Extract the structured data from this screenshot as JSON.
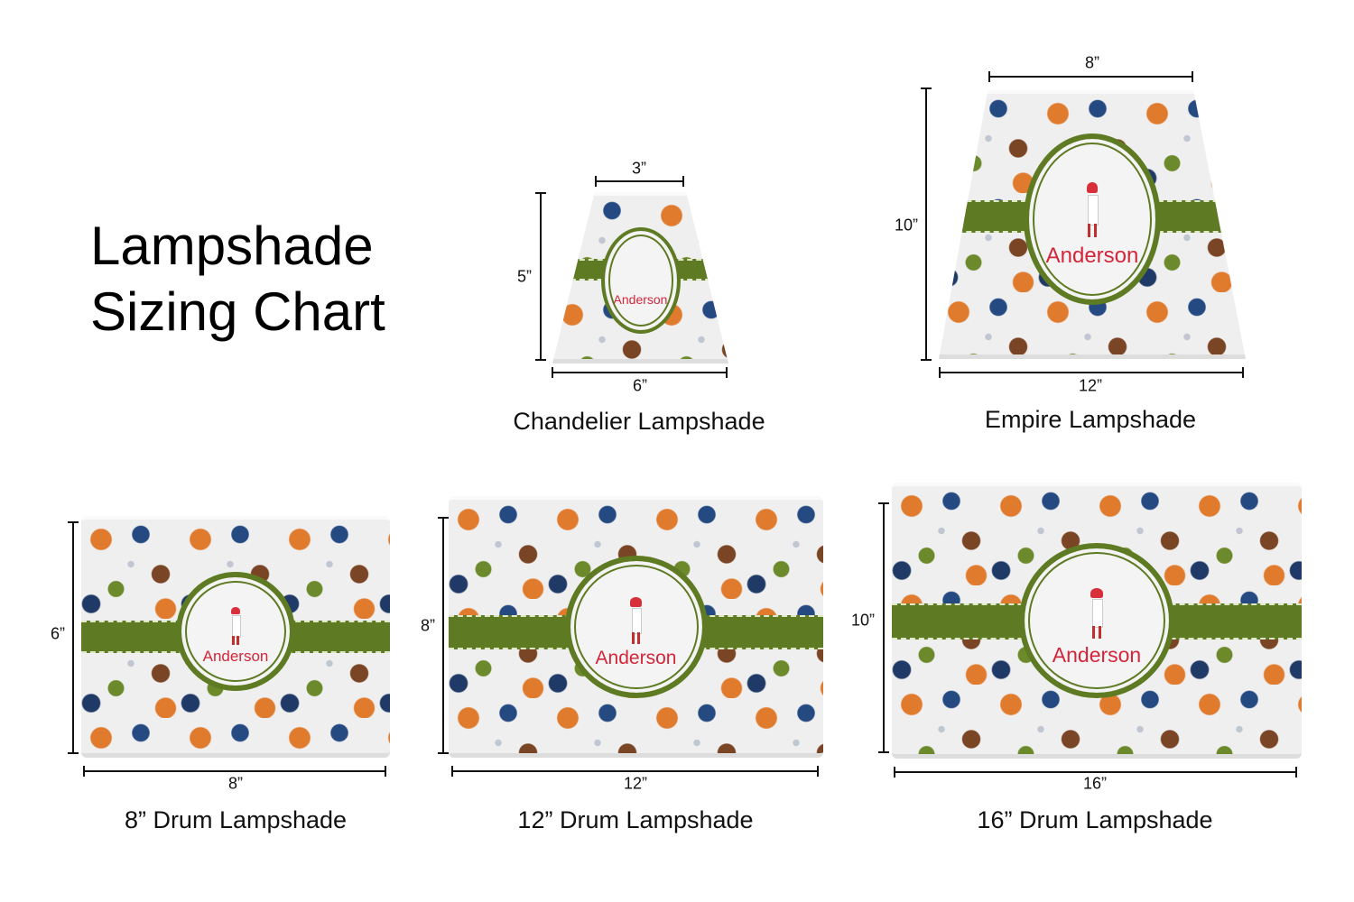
{
  "title": {
    "line1": "Lampshade",
    "line2": "Sizing Chart"
  },
  "personalization": "Anderson",
  "colors": {
    "band": "#5e7a22",
    "name": "#d3263a",
    "background": "#ffffff"
  },
  "products": {
    "chandelier": {
      "caption": "Chandelier Lampshade",
      "top": "3”",
      "bottom": "6”",
      "height": "5”"
    },
    "empire": {
      "caption": "Empire Lampshade",
      "top": "8”",
      "bottom": "12”",
      "height": "10”"
    },
    "drum8": {
      "caption": "8” Drum Lampshade",
      "bottom": "8”",
      "height": "6”"
    },
    "drum12": {
      "caption": "12” Drum Lampshade",
      "bottom": "12”",
      "height": "8”"
    },
    "drum16": {
      "caption": "16” Drum Lampshade",
      "bottom": "16”",
      "height": "10”"
    }
  }
}
